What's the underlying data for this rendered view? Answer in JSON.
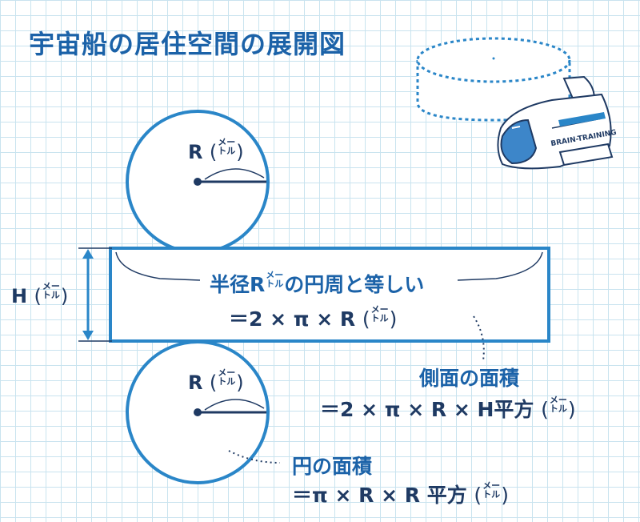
{
  "title": "宇宙船の居住空間の展開図",
  "top_circle": {
    "radius_label": "R",
    "unit_top": "メー",
    "unit_bottom": "トル"
  },
  "bottom_circle": {
    "radius_label": "R",
    "unit_top": "メー",
    "unit_bottom": "トル"
  },
  "height_label": {
    "letter": "H",
    "unit_top": "メー",
    "unit_bottom": "トル"
  },
  "rect_text": {
    "line1_a": "半径R",
    "line1_ruby_top": "メー",
    "line1_ruby_bottom": "トル",
    "line1_b": "の円周と等しい",
    "line2": "＝2 × π × R",
    "line2_unit_top": "メー",
    "line2_unit_bottom": "トル"
  },
  "side_area": {
    "label": "側面の面積",
    "formula": "＝2 × π × R × H平方",
    "unit_top": "メー",
    "unit_bottom": "トル"
  },
  "circle_area": {
    "label": "円の面積",
    "formula": "＝π × R × R 平方",
    "unit_top": "メー",
    "unit_bottom": "トル"
  },
  "ship_text": "BRAIN-TRAINING",
  "colors": {
    "accent": "#1b62a8",
    "navy": "#1f3a63",
    "grid": "#c9e3ef",
    "ship_window": "#3d86c9"
  }
}
